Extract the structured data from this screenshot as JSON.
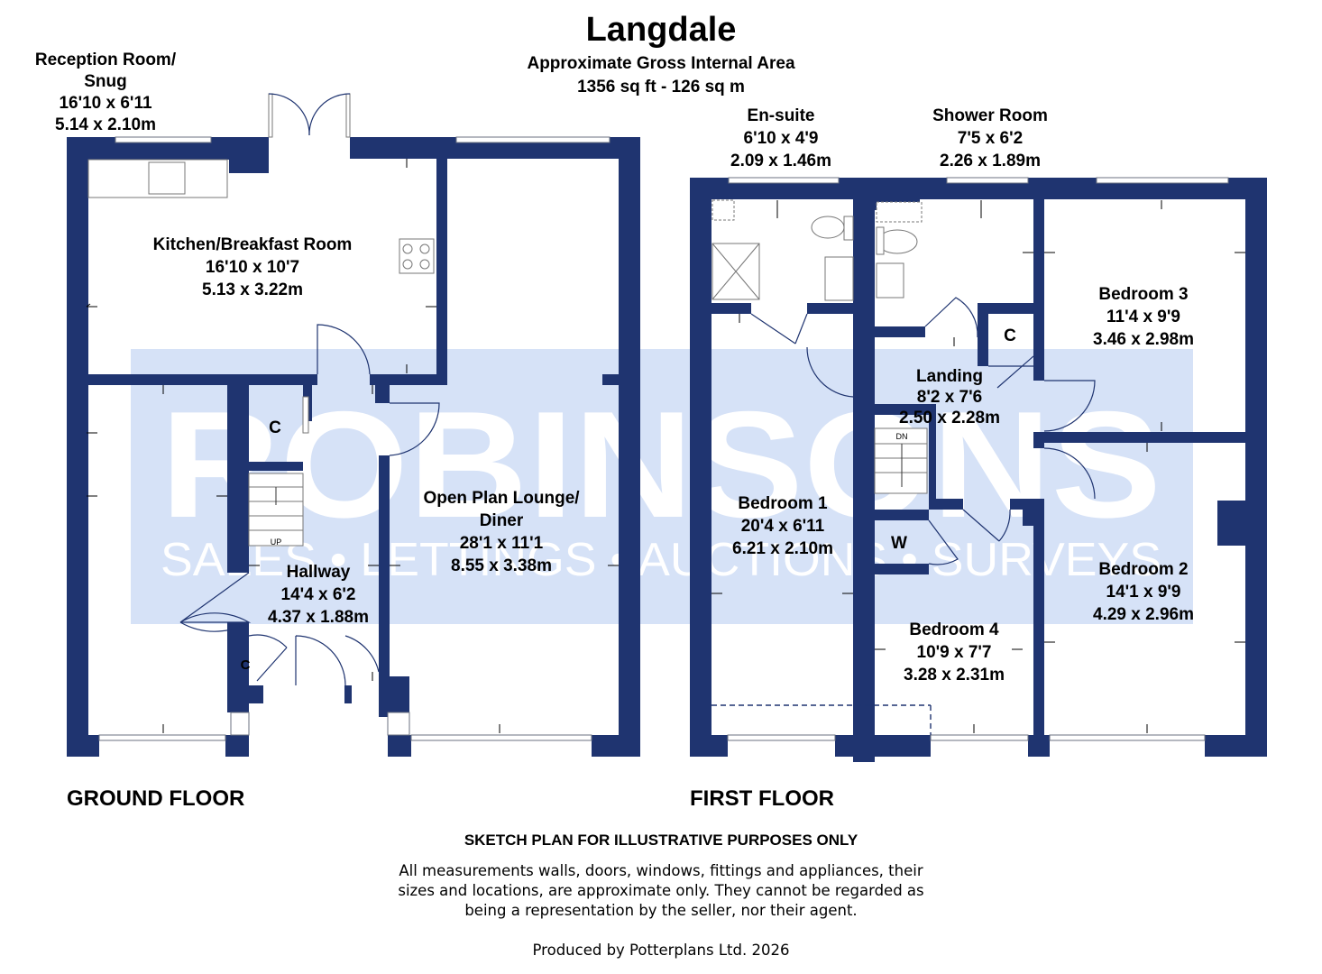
{
  "header": {
    "title": "Langdale",
    "area_label": "Approximate Gross Internal Area",
    "area_value": "1356 sq ft - 126 sq m"
  },
  "watermark": {
    "brand": "ROBINSONS",
    "tagline": "SALES • LETTINGS • AUCTIONS • SURVEYS"
  },
  "ground_floor": {
    "label": "GROUND FLOOR",
    "rooms": {
      "reception": {
        "name": "Reception Room/",
        "name2": "Snug",
        "imperial": "16'10 x 6'11",
        "metric": "5.14 x 2.10m"
      },
      "kitchen": {
        "name": "Kitchen/Breakfast Room",
        "imperial": "16'10 x 10'7",
        "metric": "5.13 x 3.22m"
      },
      "lounge": {
        "name": "Open Plan Lounge/",
        "name2": "Diner",
        "imperial": "28'1 x 11'1",
        "metric": "8.55 x 3.38m"
      },
      "hallway": {
        "name": "Hallway",
        "imperial": "14'4 x 6'2",
        "metric": "4.37 x 1.88m"
      }
    },
    "cupboards": [
      "C",
      "C"
    ],
    "stair_label": "UP"
  },
  "first_floor": {
    "label": "FIRST FLOOR",
    "rooms": {
      "ensuite": {
        "name": "En-suite",
        "imperial": "6'10 x 4'9",
        "metric": "2.09 x 1.46m"
      },
      "shower": {
        "name": "Shower Room",
        "imperial": "7'5 x 6'2",
        "metric": "2.26 x 1.89m"
      },
      "bedroom3": {
        "name": "Bedroom 3",
        "imperial": "11'4 x 9'9",
        "metric": "3.46 x 2.98m"
      },
      "landing": {
        "name": "Landing",
        "imperial": "8'2 x 7'6",
        "metric": "2.50 x 2.28m"
      },
      "bedroom1": {
        "name": "Bedroom 1",
        "imperial": "20'4 x 6'11",
        "metric": "6.21 x 2.10m"
      },
      "bedroom2": {
        "name": "Bedroom 2",
        "imperial": "14'1 x 9'9",
        "metric": "4.29 x 2.96m"
      },
      "bedroom4": {
        "name": "Bedroom 4",
        "imperial": "10'9 x 7'7",
        "metric": "3.28 x 2.31m"
      }
    },
    "cupboard": "C",
    "wardrobe": "W",
    "stair_label": "DN"
  },
  "footer": {
    "disclaimer_title": "SKETCH PLAN FOR ILLUSTRATIVE PURPOSES ONLY",
    "disclaimer_lines": [
      "All measurements walls, doors, windows, fittings and appliances, their",
      "sizes and locations, are approximate only. They cannot be regarded as",
      "being a representation by the seller, nor their agent."
    ],
    "credit": "Produced by Potterplans Ltd. 2026"
  },
  "colors": {
    "wall": "#1f3470",
    "watermark_panel": "#d6e2f7"
  }
}
